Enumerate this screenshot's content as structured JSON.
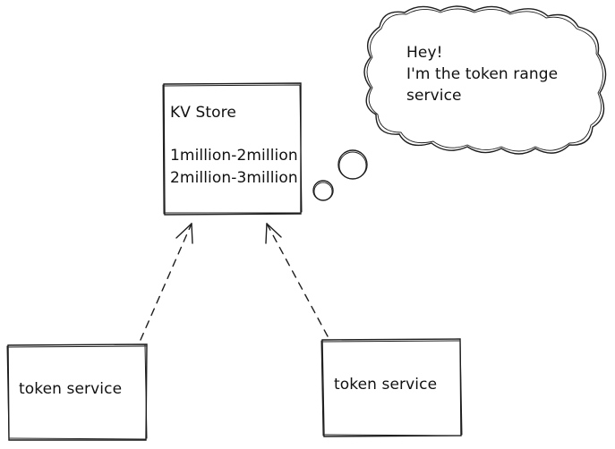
{
  "kv_store": {
    "title": "KV Store",
    "ranges": [
      "1million-2million",
      "2million-3million"
    ]
  },
  "thought_bubble": {
    "lines": [
      "Hey!",
      "I'm the token range",
      "service"
    ]
  },
  "token_services": [
    {
      "label": "token service"
    },
    {
      "label": "token service"
    }
  ],
  "style": {
    "stroke_color": "#1e1e1e",
    "background": "#ffffff"
  }
}
